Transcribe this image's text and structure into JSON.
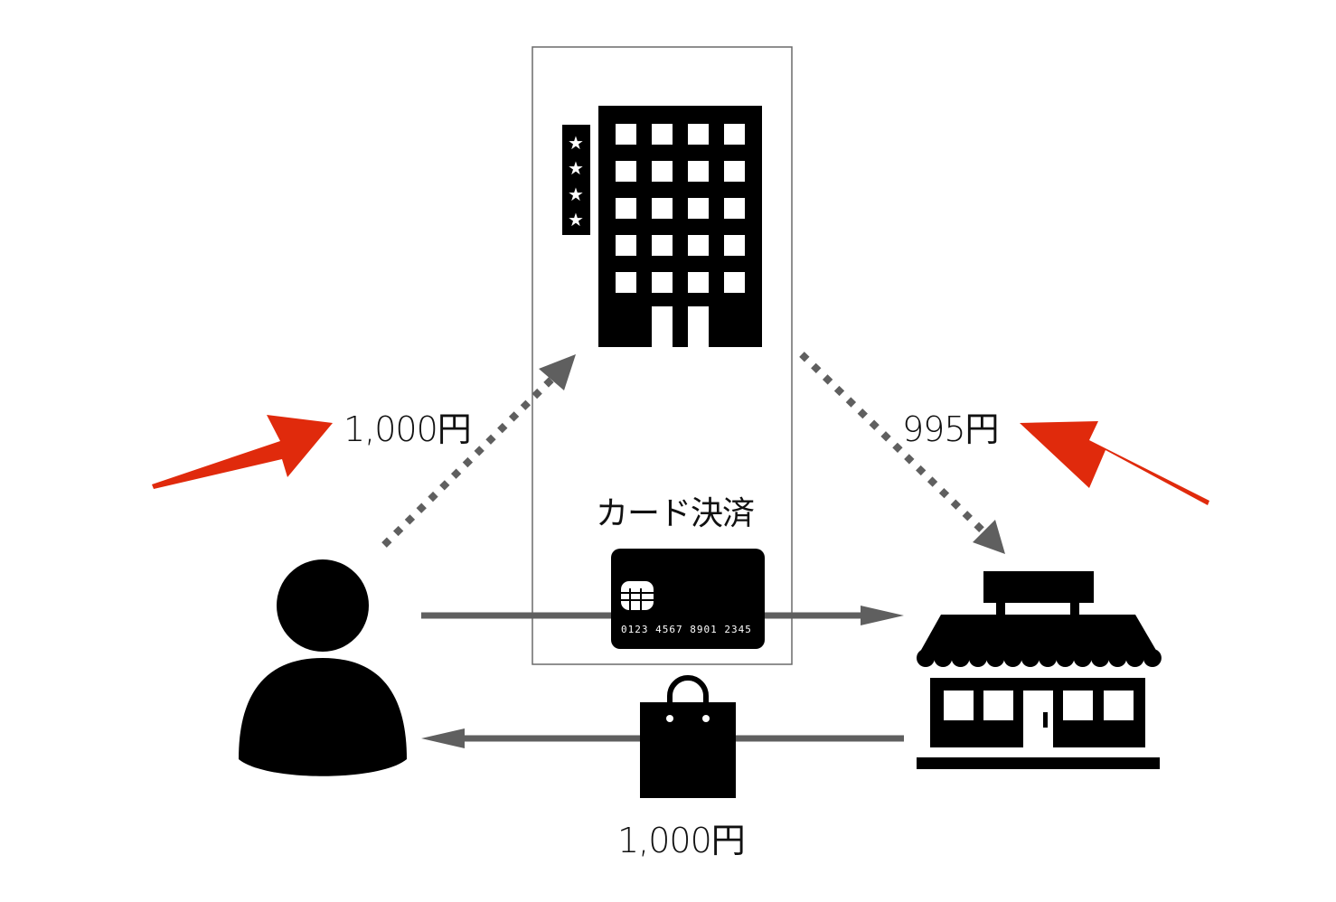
{
  "diagram": {
    "nodes": {
      "customer": {
        "icon": "person-icon"
      },
      "card_company": {
        "icon": "hotel-building-icon",
        "rating_stars": 4
      },
      "store": {
        "icon": "storefront-icon"
      }
    },
    "card_label": "カード決済",
    "card_number": "0123 4567 8901 2345",
    "amounts": {
      "customer_to_card_company": "1,000円",
      "card_company_to_store": "995円",
      "purchase": "1,000円"
    },
    "colors": {
      "flow_arrow": "#5f5f5f",
      "highlight_arrow": "#e02a0c",
      "icon": "#000000"
    }
  }
}
